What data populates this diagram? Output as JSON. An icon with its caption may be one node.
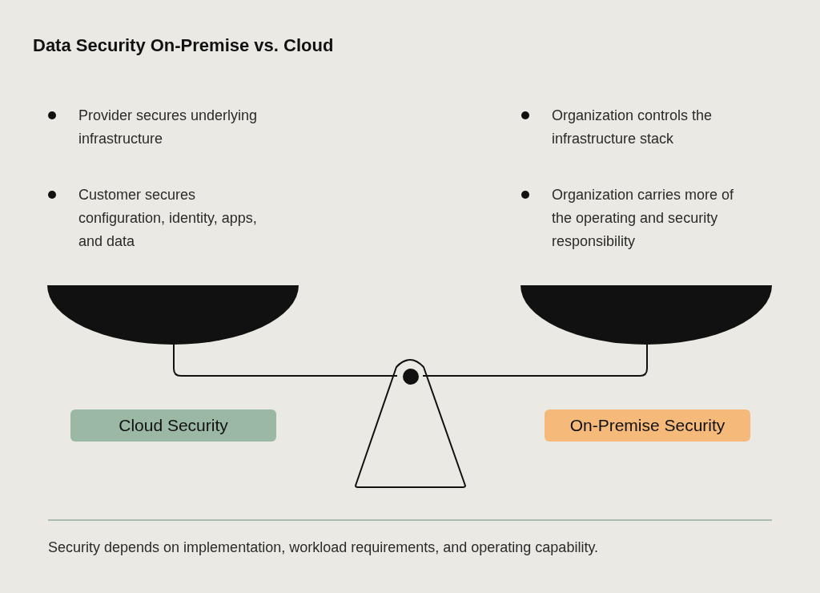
{
  "diagram": {
    "title": "Data Security On-Premise vs. Cloud",
    "nodes": [
      {
        "text": [
          "Cloud Security"
        ]
      },
      {
        "text": [
          "On-Premise Security"
        ]
      }
    ],
    "edges": [],
    "labels": [
      "Provider secures underlying infrastructure",
      "Organization controls the infrastructure stack",
      "Customer secures configuration, identity, apps, and data",
      "Organization carries more of the operating and security responsibility"
    ],
    "caption": "Security depends on implementation, workload requirements, and operating capability."
  }
}
